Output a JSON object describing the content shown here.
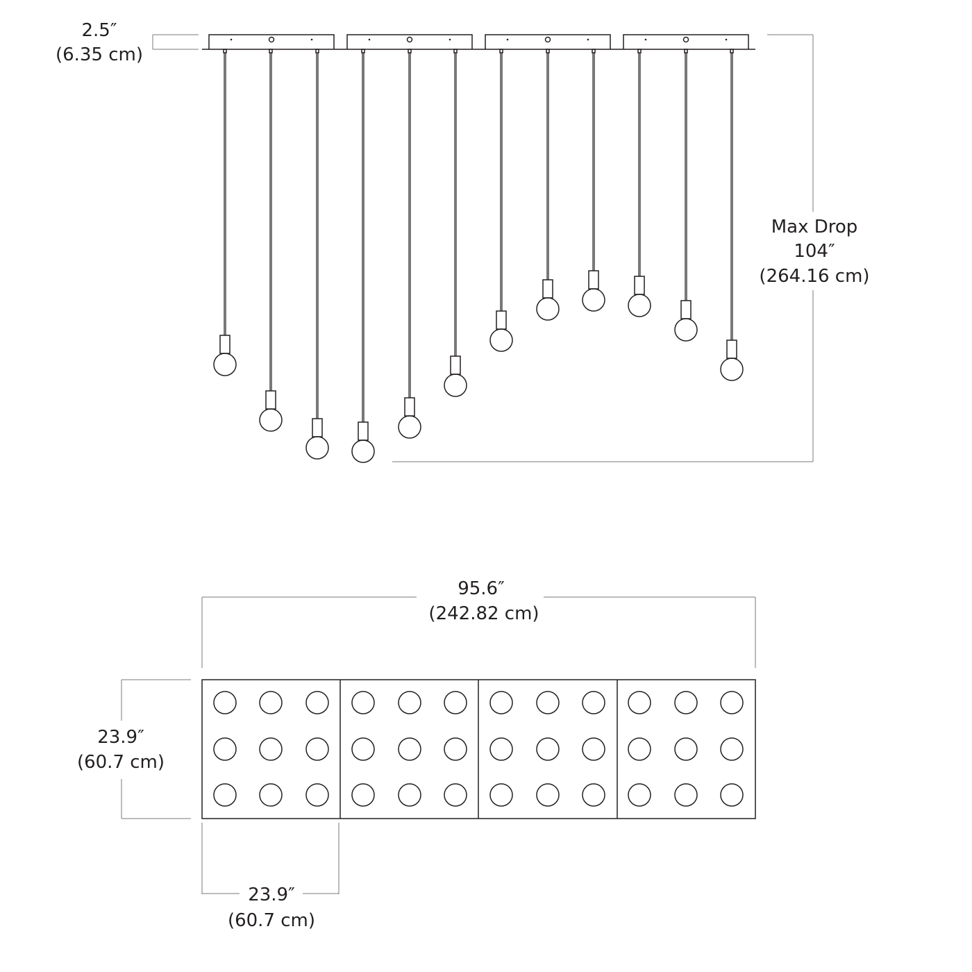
{
  "canopy_height": {
    "imperial": "2.5″",
    "metric": "(6.35 cm)"
  },
  "max_drop": {
    "title": "Max Drop",
    "imperial": "104″",
    "metric": "(264.16 cm)"
  },
  "overall_width": {
    "imperial": "95.6″",
    "metric": "(242.82 cm)"
  },
  "depth": {
    "imperial": "23.9″",
    "metric": "(60.7 cm)"
  },
  "module_width": {
    "imperial": "23.9″",
    "metric": "(60.7 cm)"
  },
  "module_count": 4,
  "pendants_per_module_side_view": 3,
  "plan_grid": {
    "rows": 3,
    "cols_per_module": 3
  }
}
